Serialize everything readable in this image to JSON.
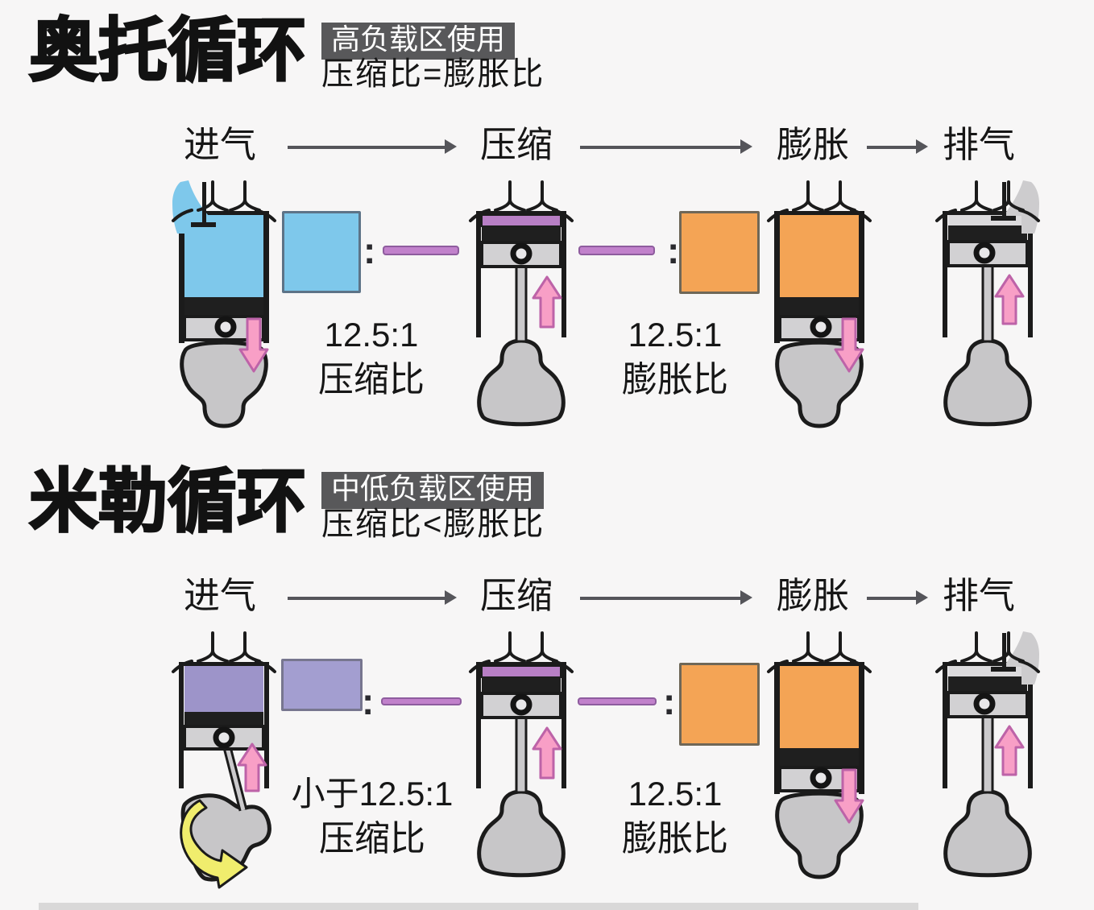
{
  "colors": {
    "bg": "#f7f6f6",
    "ink": "#161616",
    "badge_bg": "#58585a",
    "badge_text": "#ffffff",
    "flow_arrow": "#55555a",
    "blue": "#7ec8eb",
    "blue_border": "#5d7387",
    "orange": "#f4a455",
    "orange_border": "#6f6757",
    "lavender": "#a39ed0",
    "lavender_border": "#77768f",
    "chamber_purple": "#9d94c9",
    "compress_band": "#b87fc5",
    "bar_fill": "#c181cb",
    "bar_border": "#8e5c9e",
    "pink": "#f89fc6",
    "pink_border": "#bd63a8",
    "yellow": "#f0ed6d",
    "metal": "#c7c6c8",
    "metal_light": "#d2d1d3",
    "outline": "#1b1b1b",
    "strip": "#d9d8d8"
  },
  "otto": {
    "title": "奥托循环",
    "badge": "高负载区使用",
    "formula": "压缩比=膨胀比",
    "stages": [
      "进气",
      "压缩",
      "膨胀",
      "排气"
    ],
    "compression_ratio": {
      "value": "12.5:1",
      "label": "压缩比"
    },
    "expansion_ratio": {
      "value": "12.5:1",
      "label": "膨胀比"
    },
    "colon": ":"
  },
  "miller": {
    "title": "米勒循环",
    "badge": "中低负载区使用",
    "formula": "压缩比<膨胀比",
    "stages": [
      "进气",
      "压缩",
      "膨胀",
      "排气"
    ],
    "compression_ratio": {
      "value": "小于12.5:1",
      "label": "压缩比"
    },
    "expansion_ratio": {
      "value": "12.5:1",
      "label": "膨胀比"
    },
    "colon": ":"
  }
}
